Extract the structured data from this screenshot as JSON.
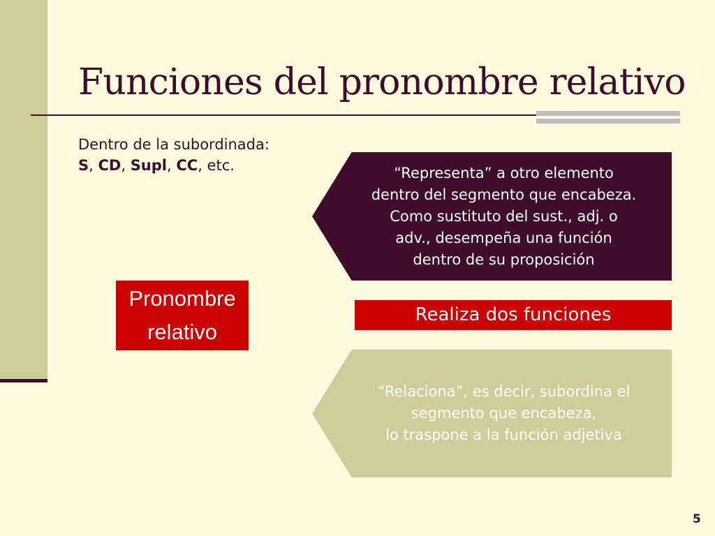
{
  "slide": {
    "title": "Funciones del pronombre relativo",
    "page_number": "5"
  },
  "intro": {
    "line1": "Dentro de la subordinada:",
    "items": [
      "S",
      "CD",
      "Supl",
      "CC"
    ],
    "separator": ", ",
    "suffix": "etc."
  },
  "pronoun_box": {
    "line1": "Pronombre",
    "line2": "relativo"
  },
  "functions_label": "Realiza dos funciones",
  "function_represent": {
    "lines": [
      "“Representa” a otro elemento",
      "dentro del segmento que encabeza.",
      "Como sustituto del sust., adj. o",
      "adv., desempeña una función",
      "dentro de su proposición"
    ]
  },
  "function_relate": {
    "lines": [
      "“Relaciona”, es decir, subordina el",
      "segmento que encabeza,",
      "lo traspone a la función adjetiva"
    ]
  },
  "colors": {
    "background": "#fefbdf",
    "accent_dark": "#3e0d2c",
    "accent_tan": "#cfcc9a",
    "accent_red": "#cc0000",
    "rule_gray": "#bdbdbd"
  }
}
